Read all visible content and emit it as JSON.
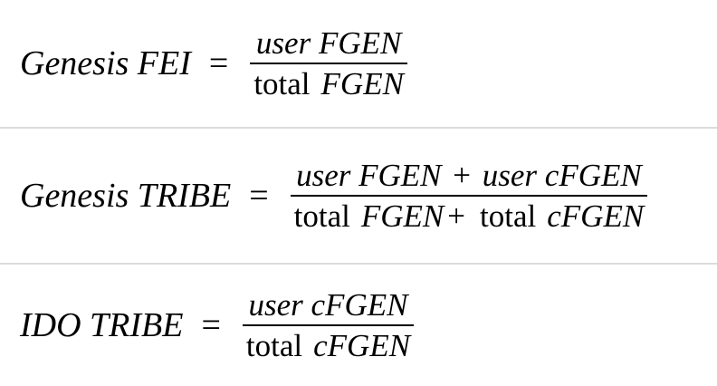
{
  "formulas": [
    {
      "lhs": "Genesis FEI",
      "eq": "=",
      "numerator": "user FGEN",
      "denominator": {
        "word": "total",
        "term": "FGEN"
      }
    },
    {
      "lhs": "Genesis TRIBE",
      "eq": "=",
      "numerator": {
        "left": "user FGEN",
        "op": "+",
        "right": "user cFGEN"
      },
      "denominator": {
        "word1": "total",
        "term1": "FGEN",
        "op": "+",
        "word2": "total",
        "term2": "cFGEN"
      }
    },
    {
      "lhs": "IDO TRIBE",
      "eq": "=",
      "numerator": "user cFGEN",
      "denominator": {
        "word": "total",
        "term": "cFGEN"
      }
    }
  ]
}
